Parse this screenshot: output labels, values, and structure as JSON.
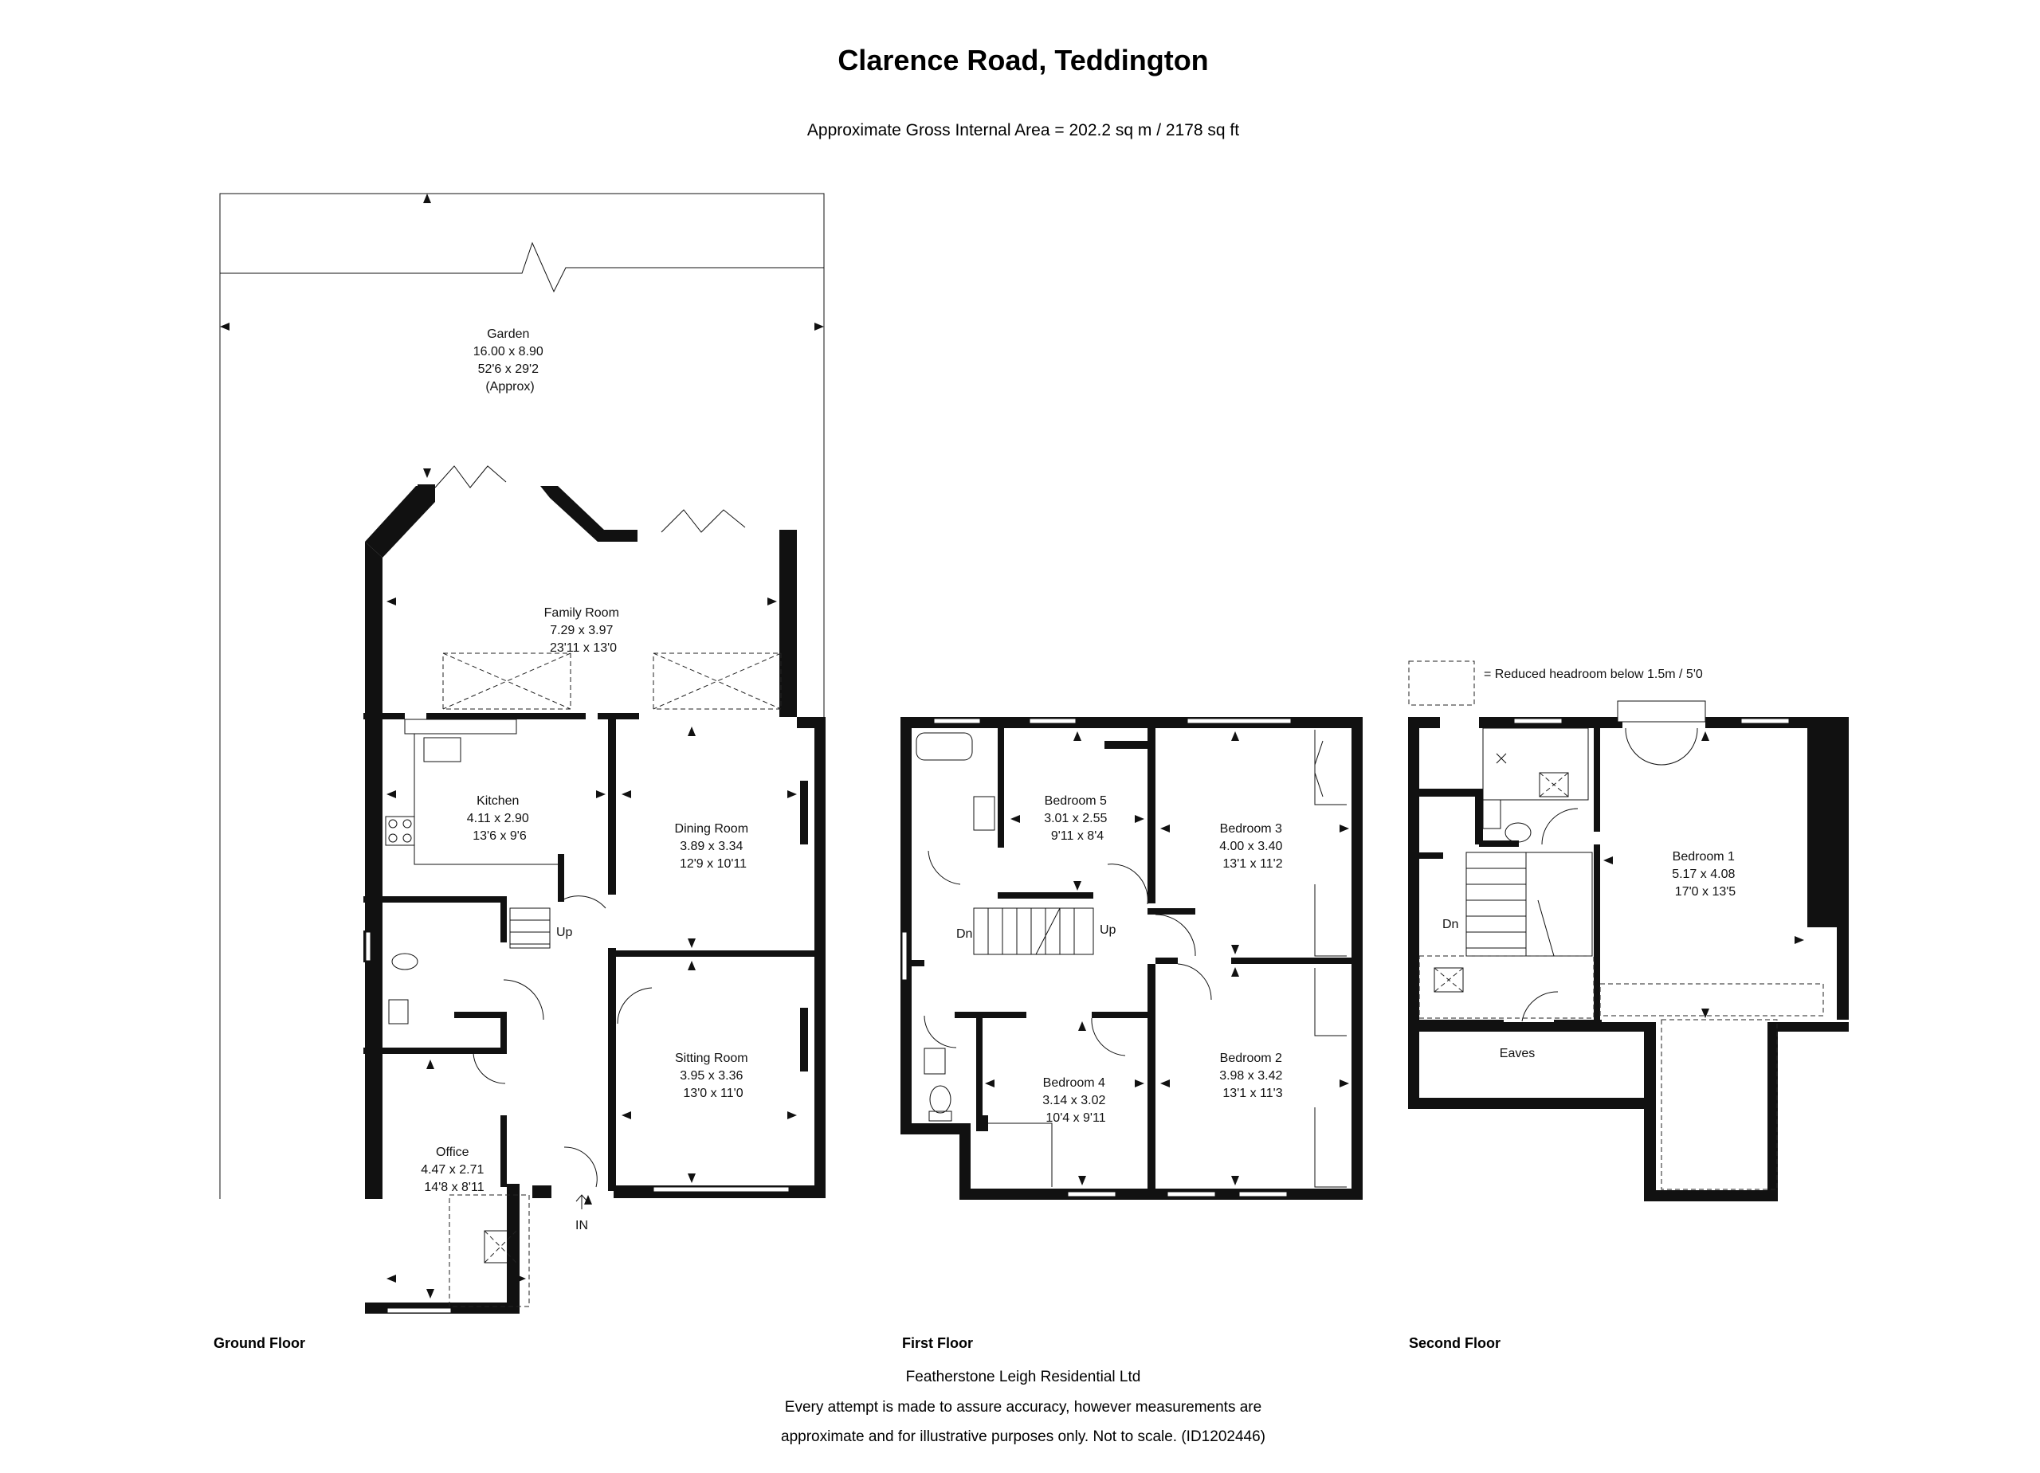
{
  "title": "Clarence Road, Teddington",
  "subtitle": "Approximate Gross Internal Area = 202.2 sq m / 2178 sq ft",
  "legend": {
    "text": "= Reduced headroom below 1.5m / 5'0"
  },
  "floors": {
    "ground": {
      "label": "Ground Floor",
      "rooms": {
        "garden": {
          "name": "Garden",
          "metric": "16.00 x 8.90",
          "imperial": "52'6 x 29'2",
          "note": "(Approx)"
        },
        "family": {
          "name": "Family Room",
          "metric": "7.29 x 3.97",
          "imperial": "23'11 x 13'0"
        },
        "kitchen": {
          "name": "Kitchen",
          "metric": "4.11 x 2.90",
          "imperial": "13'6 x 9'6"
        },
        "dining": {
          "name": "Dining Room",
          "metric": "3.89 x 3.34",
          "imperial": "12'9 x 10'11"
        },
        "sitting": {
          "name": "Sitting Room",
          "metric": "3.95 x 3.36",
          "imperial": "13'0 x 11'0"
        },
        "office": {
          "name": "Office",
          "metric": "4.47 x 2.71",
          "imperial": "14'8 x 8'11"
        }
      },
      "stairs_up": "Up",
      "entrance": "IN"
    },
    "first": {
      "label": "First Floor",
      "rooms": {
        "bed5": {
          "name": "Bedroom 5",
          "metric": "3.01 x 2.55",
          "imperial": "9'11 x 8'4"
        },
        "bed3": {
          "name": "Bedroom 3",
          "metric": "4.00 x 3.40",
          "imperial": "13'1 x 11'2"
        },
        "bed4": {
          "name": "Bedroom 4",
          "metric": "3.14 x 3.02",
          "imperial": "10'4 x 9'11"
        },
        "bed2": {
          "name": "Bedroom 2",
          "metric": "3.98 x 3.42",
          "imperial": "13'1 x 11'3"
        }
      },
      "stairs_down": "Dn",
      "stairs_up": "Up"
    },
    "second": {
      "label": "Second Floor",
      "rooms": {
        "bed1": {
          "name": "Bedroom 1",
          "metric": "5.17 x 4.08",
          "imperial": "17'0 x 13'5"
        },
        "eaves": {
          "name": "Eaves"
        }
      },
      "stairs_down": "Dn"
    }
  },
  "footer": {
    "company": "Featherstone Leigh Residential Ltd",
    "line1": "Every attempt is made to assure accuracy, however measurements are",
    "line2": "approximate and for illustrative purposes only. Not to scale. (ID1202446)"
  }
}
